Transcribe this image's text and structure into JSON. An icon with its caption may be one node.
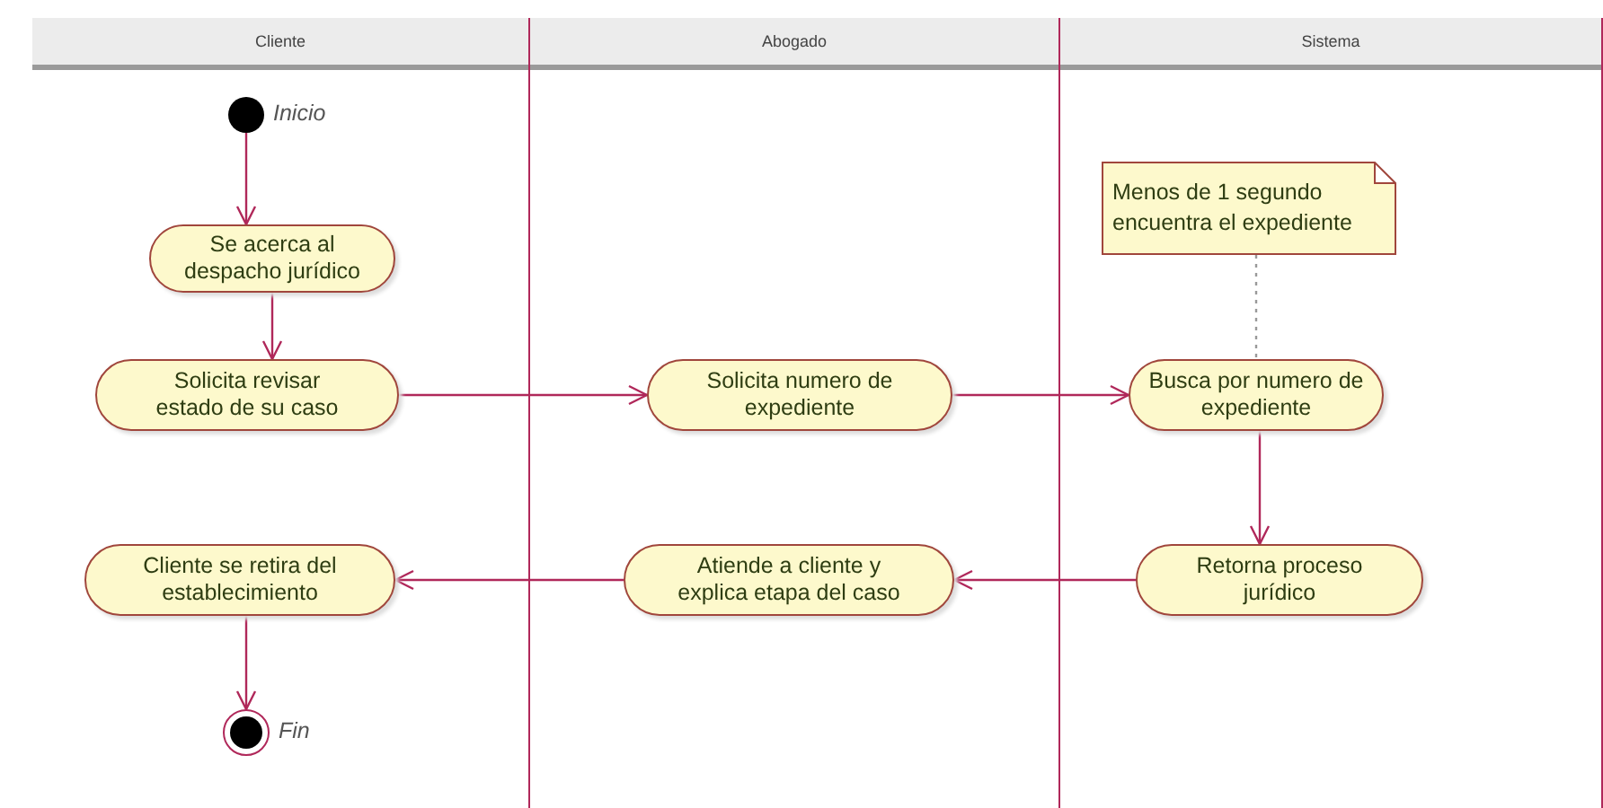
{
  "diagram": {
    "nodes": [
      {
        "text": [
          "Cliente"
        ]
      },
      {
        "text": [
          "Abogado"
        ]
      },
      {
        "text": [
          "Sistema"
        ]
      },
      {
        "text": [],
        "shape": "circle",
        "in": 0,
        "beside": [
          "Inicio"
        ]
      },
      {
        "text": [
          "Se acerca al despacho jurídico"
        ],
        "in": 0
      },
      {
        "text": [
          "Solicita revisar estado de su caso"
        ],
        "in": 0
      },
      {
        "text": [
          "Solicita numero de expediente"
        ],
        "in": 1
      },
      {
        "text": [
          "Menos de 1 segundo encuentra el expediente"
        ],
        "in": 2
      },
      {
        "text": [
          "Busca por numero de expediente"
        ],
        "in": 2
      },
      {
        "text": [
          "Retorna proceso jurídico"
        ],
        "in": 2
      },
      {
        "text": [
          "Atiende a cliente y explica etapa del caso"
        ],
        "in": 1
      },
      {
        "text": [
          "Cliente se retira del establecimiento"
        ],
        "in": 0
      },
      {
        "text": [],
        "shape": "circle",
        "in": 0,
        "beside": [
          "Fin"
        ]
      }
    ],
    "edges": [
      {
        "from": 3,
        "to": 4,
        "arrow": "to"
      },
      {
        "from": 4,
        "to": 5,
        "arrow": "to"
      },
      {
        "from": 5,
        "to": 6,
        "arrow": "to"
      },
      {
        "from": 6,
        "to": 8,
        "arrow": "to"
      },
      {
        "from": 7,
        "to": 8,
        "arrow": "none",
        "style": "dashed",
        "color": "#999999"
      },
      {
        "from": 8,
        "to": 9,
        "arrow": "to"
      },
      {
        "from": 9,
        "to": 10,
        "arrow": "to"
      },
      {
        "from": 10,
        "to": 11,
        "arrow": "to"
      },
      {
        "from": 11,
        "to": 12,
        "arrow": "to"
      }
    ]
  }
}
